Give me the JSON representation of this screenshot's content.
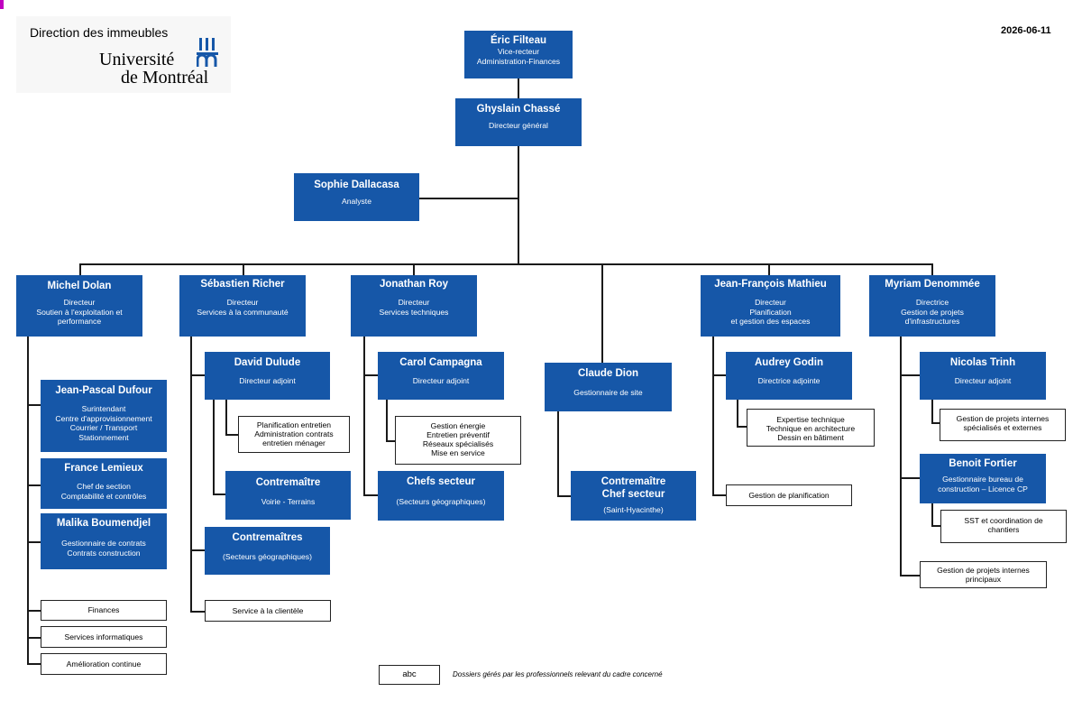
{
  "header": {
    "department": "Direction des immeubles",
    "university_line1": "Université",
    "university_line2": "de Montréal",
    "date": "2026-06-11"
  },
  "vp": {
    "name": "Éric Filteau",
    "role": "Vice-recteur\nAdministration-Finances"
  },
  "dg": {
    "name": "Ghyslain Chassé",
    "role": "Directeur général"
  },
  "analyst": {
    "name": "Sophie Dallacasa",
    "role": "Analyste"
  },
  "dolan": {
    "name": "Michel Dolan",
    "role": "Directeur\nSoutien à l'exploitation et\nperformance",
    "dufour": {
      "name": "Jean-Pascal Dufour",
      "role": "Surintendant\nCentre d'approvisionnement\nCourrier / Transport\nStationnement"
    },
    "lemieux": {
      "name": "France Lemieux",
      "role": "Chef de section\nComptabilité et contrôles"
    },
    "boumendjel": {
      "name": "Malika Boumendjel",
      "role": "Gestionnaire de contrats\nContrats construction"
    },
    "finances": "Finances",
    "it": "Services informatiques",
    "improvement": "Amélioration continue"
  },
  "richer": {
    "name": "Sébastien Richer",
    "role": "Directeur\nServices à la communauté",
    "dulude": {
      "name": "David Dulude",
      "role": "Directeur adjoint"
    },
    "planning": "Planification entretien\nAdministration contrats\nentretien ménager",
    "foreman": {
      "name": "Contremaître",
      "role": "Voirie - Terrains"
    },
    "foremen": {
      "name": "Contremaîtres",
      "role": "(Secteurs géographiques)"
    },
    "customer": "Service à la clientèle"
  },
  "roy": {
    "name": "Jonathan Roy",
    "role": "Directeur\nServices techniques",
    "campagna": {
      "name": "Carol Campagna",
      "role": "Directeur adjoint"
    },
    "energy": "Gestion énergie\nEntretien préventif\nRéseaux spécialisés\nMise en service",
    "sector_chiefs": {
      "name": "Chefs secteur",
      "role": "(Secteurs géographiques)"
    }
  },
  "dion": {
    "name": "Claude Dion",
    "role": "Gestionnaire de site",
    "sh_chief": {
      "name": "Contremaître\nChef secteur",
      "role": "(Saint-Hyacinthe)"
    }
  },
  "mathieu": {
    "name": "Jean-François Mathieu",
    "role": "Directeur\nPlanification\net gestion des espaces",
    "godin": {
      "name": "Audrey Godin",
      "role": "Directrice adjointe"
    },
    "expertise": "Expertise technique\nTechnique en architecture\nDessin en bâtiment",
    "planning_mgmt": "Gestion de planification"
  },
  "denommee": {
    "name": "Myriam Denommée",
    "role": "Directrice\nGestion de projets\nd'infrastructures",
    "trinh": {
      "name": "Nicolas Trinh",
      "role": "Directeur adjoint"
    },
    "internal_special": "Gestion de projets internes\nspécialisés et externes",
    "fortier": {
      "name": "Benoit Fortier",
      "role": "Gestionnaire bureau de\nconstruction – Licence CP"
    },
    "sst": "SST et coordination de\nchantiers",
    "internal_main": "Gestion de projets internes\nprincipaux"
  },
  "legend": {
    "sample": "abc",
    "text": "Dossiers gérés par les professionnels relevant du cadre concerné"
  },
  "colors": {
    "box_blue": "#1657a8"
  }
}
